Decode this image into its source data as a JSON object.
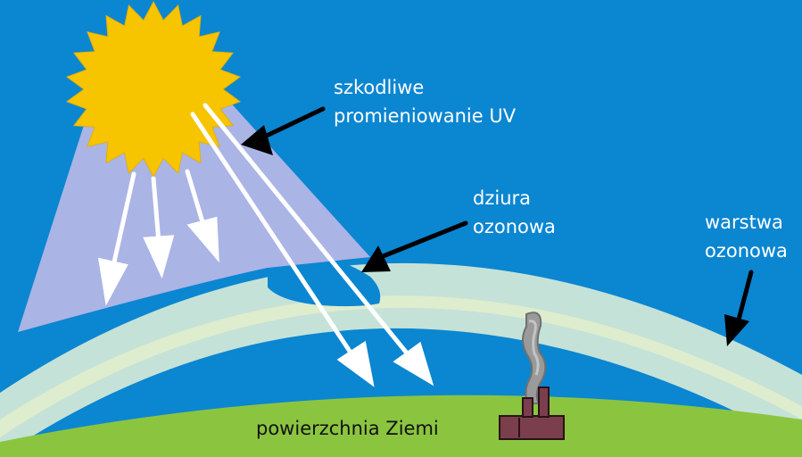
{
  "labels": {
    "uv_line1": "szkodliwe",
    "uv_line2": "promieniowanie UV",
    "hole_line1": "dziura",
    "hole_line2": "ozonowa",
    "layer_line1": "warstwa",
    "layer_line2": "ozonowa",
    "ground": "powierzchnia Ziemi"
  },
  "colors": {
    "sky": "#0b86d1",
    "sun": "#f7c400",
    "ray_cone": "#b9b8e6",
    "ozone_layer": "#d9ecd8",
    "ground": "#8bc540",
    "arrow": "#ffffff",
    "pointer": "#000000",
    "factory": "#7a3e4c",
    "smoke": "#9a9a9a"
  },
  "icons": {
    "sun": "sun-icon",
    "factory": "factory-icon",
    "smoke": "smoke-icon"
  }
}
